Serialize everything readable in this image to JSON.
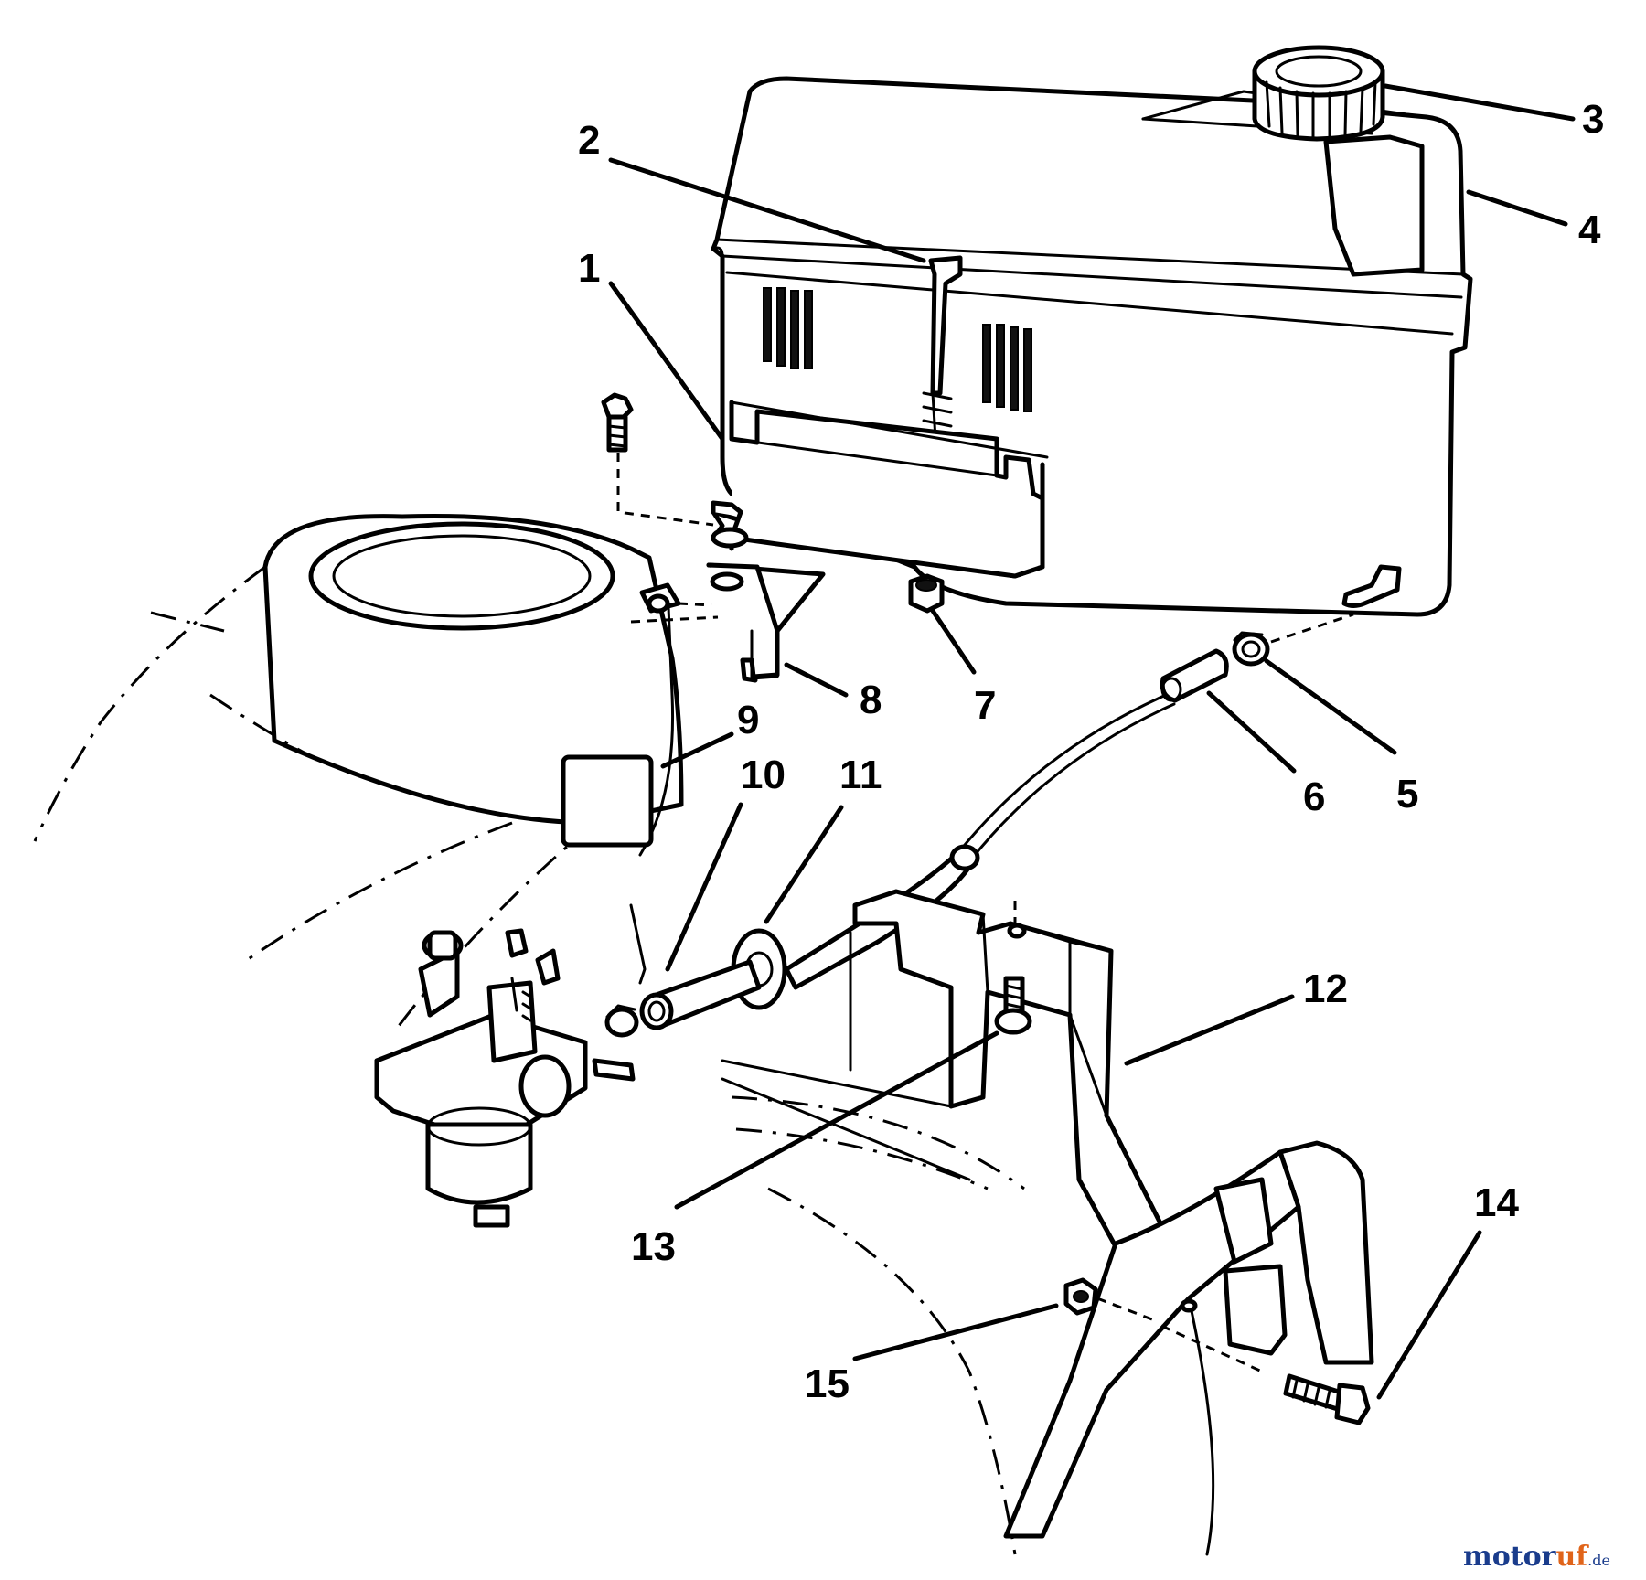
{
  "callouts": [
    {
      "id": "1",
      "label": "1"
    },
    {
      "id": "2",
      "label": "2"
    },
    {
      "id": "3",
      "label": "3"
    },
    {
      "id": "4",
      "label": "4"
    },
    {
      "id": "5",
      "label": "5"
    },
    {
      "id": "6",
      "label": "6"
    },
    {
      "id": "7",
      "label": "7"
    },
    {
      "id": "8",
      "label": "8"
    },
    {
      "id": "9",
      "label": "9"
    },
    {
      "id": "10",
      "label": "10"
    },
    {
      "id": "11",
      "label": "11"
    },
    {
      "id": "12",
      "label": "12"
    },
    {
      "id": "13",
      "label": "13"
    },
    {
      "id": "14",
      "label": "14"
    },
    {
      "id": "15",
      "label": "15"
    }
  ],
  "watermark": {
    "part1": "motor",
    "part2": "uf",
    "suffix": ".de"
  }
}
